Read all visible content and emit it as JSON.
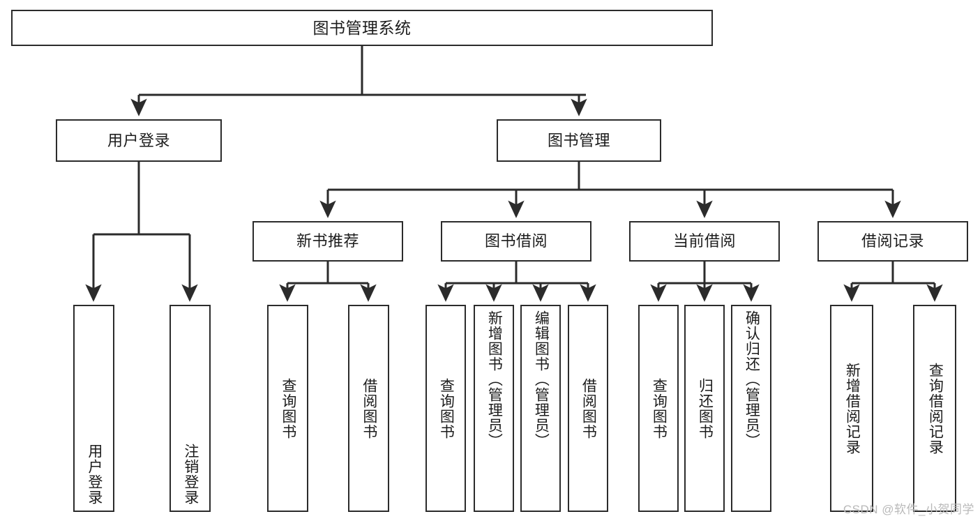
{
  "diagram": {
    "title": "图书管理系统",
    "type": "tree",
    "colors": {
      "box_border": "#2b2b2b",
      "box_fill": "#ffffff",
      "edge": "#2b2b2b",
      "text": "#1c1c1c",
      "watermark": "#b9b9b9",
      "background": "#ffffff"
    },
    "nodes": {
      "root": {
        "label": "图书管理系统"
      },
      "level2": [
        {
          "id": "user-login",
          "label": "用户登录"
        },
        {
          "id": "book-manage",
          "label": "图书管理"
        }
      ],
      "level3": [
        {
          "id": "new-book-rec",
          "label": "新书推荐"
        },
        {
          "id": "book-borrow",
          "label": "图书借阅"
        },
        {
          "id": "current-borrow",
          "label": "当前借阅"
        },
        {
          "id": "borrow-record",
          "label": "借阅记录"
        }
      ],
      "leaves": [
        {
          "id": "leaf-user-login",
          "label": "用户登录",
          "parent": "user-login"
        },
        {
          "id": "leaf-logout-login",
          "label": "注销登录",
          "parent": "user-login"
        },
        {
          "id": "leaf-query-book-1",
          "label": "查询图书",
          "parent": "new-book-rec"
        },
        {
          "id": "leaf-borrow-book-1",
          "label": "借阅图书",
          "parent": "new-book-rec"
        },
        {
          "id": "leaf-query-book-2",
          "label": "查询图书",
          "parent": "book-borrow"
        },
        {
          "id": "leaf-add-book",
          "label": "新增图书（管理员）",
          "parent": "book-borrow"
        },
        {
          "id": "leaf-edit-book",
          "label": "编辑图书（管理员）",
          "parent": "book-borrow"
        },
        {
          "id": "leaf-borrow-book-2",
          "label": "借阅图书",
          "parent": "book-borrow"
        },
        {
          "id": "leaf-query-book-3",
          "label": "查询图书",
          "parent": "current-borrow"
        },
        {
          "id": "leaf-return-book",
          "label": "归还图书",
          "parent": "current-borrow"
        },
        {
          "id": "leaf-confirm-return",
          "label": "确认归还（管理员）",
          "parent": "current-borrow"
        },
        {
          "id": "leaf-add-record",
          "label": "新增借阅记录",
          "parent": "borrow-record"
        },
        {
          "id": "leaf-query-record",
          "label": "查询借阅记录",
          "parent": "borrow-record"
        }
      ]
    },
    "watermark": "CSDN @软件_小贺同学"
  }
}
